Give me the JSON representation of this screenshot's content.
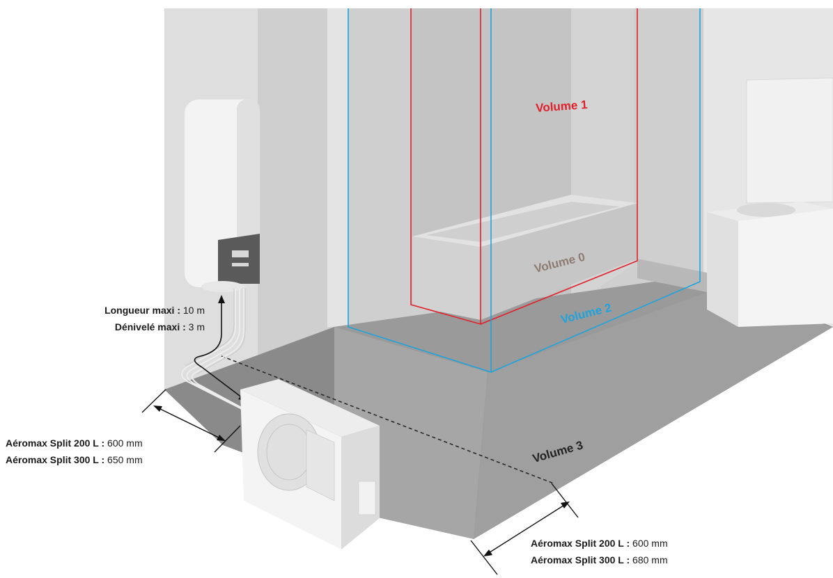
{
  "zones": {
    "volume_1": "Volume 1",
    "volume_0": "Volume 0",
    "volume_2": "Volume 2",
    "volume_3": "Volume 3"
  },
  "pipe_limits": {
    "length_label": "Longueur maxi :",
    "length_value": "10 m",
    "height_label": "Dénivelé maxi :",
    "height_value": "3 m"
  },
  "left_clearance": {
    "line1_model": "Aéromax Split 200 L :",
    "line1_value": "600 mm",
    "line2_model": "Aéromax Split 300 L :",
    "line2_value": "650 mm"
  },
  "bottom_clearance": {
    "line1_model": "Aéromax Split 200 L :",
    "line1_value": "600 mm",
    "line2_model": "Aéromax Split 300 L :",
    "line2_value": "680 mm"
  },
  "colors": {
    "volume_1": "#e0202a",
    "volume_0": "#8e7b72",
    "volume_2": "#1ea3dc",
    "volume_3": "#222222"
  }
}
